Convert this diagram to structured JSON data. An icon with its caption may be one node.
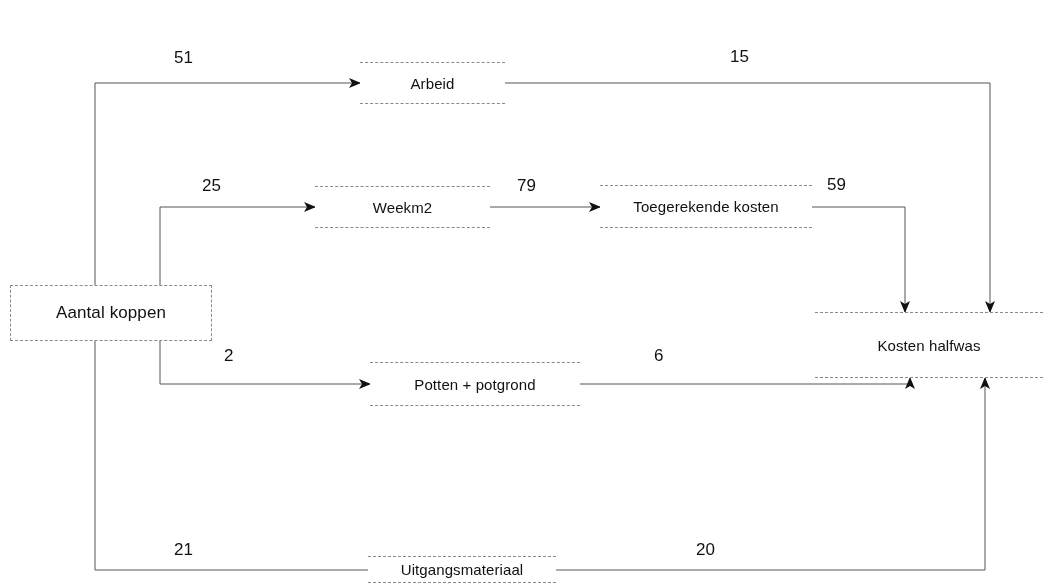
{
  "diagram": {
    "nodes": [
      {
        "text": [
          "Arbeid"
        ]
      },
      {
        "text": [
          "Weekm2"
        ]
      },
      {
        "text": [
          "Toegerekende kosten"
        ]
      },
      {
        "text": [
          "Aantal koppen"
        ]
      },
      {
        "text": [
          "Kosten halfwas"
        ]
      },
      {
        "text": [
          "Potten + potgrond"
        ]
      },
      {
        "text": [
          "Uitgangsmateriaal"
        ]
      }
    ],
    "edges": [
      {
        "from": 3,
        "to": 0,
        "arrow": "to",
        "label": "51"
      },
      {
        "from": 3,
        "to": 1,
        "arrow": "to",
        "label": "25"
      },
      {
        "from": 1,
        "to": 2,
        "arrow": "to",
        "label": "79"
      },
      {
        "from": 2,
        "to": 4,
        "arrow": "to",
        "label": "59"
      },
      {
        "from": 0,
        "to": 4,
        "arrow": "to",
        "label": "15"
      },
      {
        "from": 3,
        "to": 5,
        "arrow": "to",
        "label": "2"
      },
      {
        "from": 5,
        "to": 4,
        "arrow": "to",
        "label": "6"
      },
      {
        "from": 3,
        "to": 6,
        "arrow": "none",
        "label": "21"
      },
      {
        "from": 6,
        "to": 4,
        "arrow": "to",
        "label": "20"
      }
    ]
  }
}
